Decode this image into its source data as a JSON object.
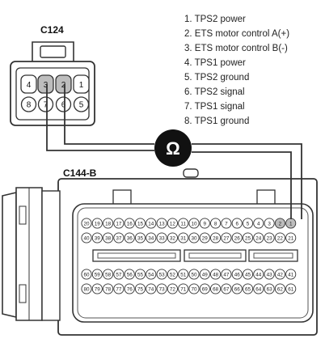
{
  "connector_c124": {
    "label": "C124",
    "pins_row1": [
      "4",
      "3",
      "2",
      "1"
    ],
    "pins_row2": [
      "8",
      "7",
      "6",
      "5"
    ]
  },
  "legend": [
    "1. TPS2 power",
    "2. ETS motor control A(+)",
    "3. ETS motor control B(-)",
    "4. TPS1 power",
    "5. TPS2 ground",
    "6. TPS2 signal",
    "7. TPS1 signal",
    "8. TPS1 ground"
  ],
  "meter": {
    "symbol": "Ω"
  },
  "connector_c144b": {
    "label": "C144-B",
    "row1": [
      "20",
      "19",
      "18",
      "17",
      "16",
      "15",
      "14",
      "13",
      "12",
      "11",
      "10",
      "9",
      "8",
      "7",
      "6",
      "5",
      "4",
      "3",
      "2",
      "1"
    ],
    "row2": [
      "40",
      "39",
      "38",
      "37",
      "36",
      "35",
      "34",
      "33",
      "32",
      "31",
      "30",
      "29",
      "28",
      "27",
      "26",
      "25",
      "24",
      "23",
      "22",
      "21"
    ],
    "row3": [
      "60",
      "59",
      "58",
      "57",
      "56",
      "55",
      "54",
      "53",
      "52",
      "51",
      "50",
      "49",
      "48",
      "47",
      "46",
      "45",
      "44",
      "43",
      "42",
      "41"
    ],
    "row4": [
      "80",
      "79",
      "78",
      "77",
      "76",
      "75",
      "74",
      "73",
      "72",
      "71",
      "70",
      "69",
      "68",
      "67",
      "66",
      "65",
      "64",
      "63",
      "62",
      "61"
    ]
  }
}
